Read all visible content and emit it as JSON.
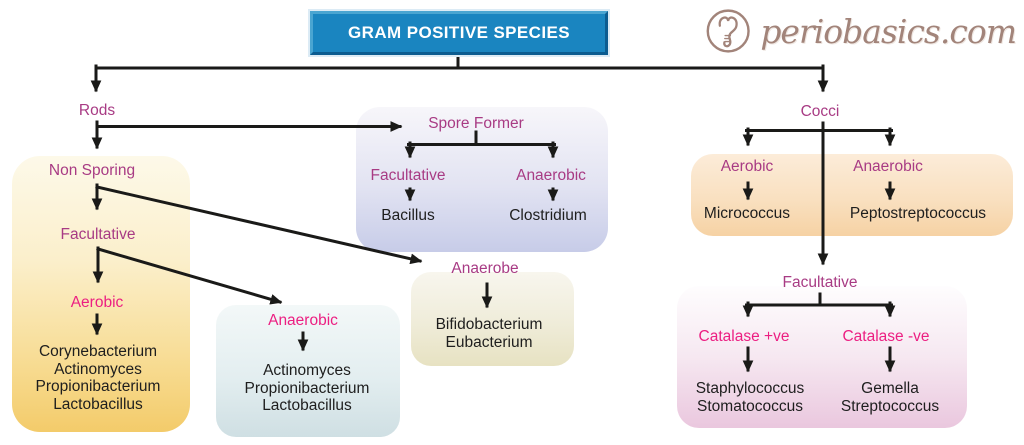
{
  "header": {
    "title": "GRAM POSITIVE SPECIES"
  },
  "logo": {
    "text": "periobasics.com",
    "icon": "tooth-icon"
  },
  "colors": {
    "title_bg": "#1a85c0",
    "plum_label": "#a83b84",
    "pink_label": "#ec1f82",
    "line": "#1a1a18"
  },
  "nodes": {
    "rods": "Rods",
    "non_sporing": "Non Sporing",
    "facultative_left": "Facultative",
    "aerobic_left": "Aerobic",
    "rods_aerobic_list": [
      "Corynebacterium",
      "Actinomyces",
      "Propionibacterium",
      "Lactobacillus"
    ],
    "anaerobic_left": "Anaerobic",
    "rods_anaerobic_list": [
      "Actinomyces",
      "Propionibacterium",
      "Lactobacillus"
    ],
    "spore_former": "Spore Former",
    "spore_facultative": "Facultative",
    "spore_facultative_species": "Bacillus",
    "spore_anaerobic": "Anaerobic",
    "spore_anaerobic_species": "Clostridium",
    "anaerobe": "Anaerobe",
    "anaerobe_list": [
      "Bifidobacterium",
      "Eubacterium"
    ],
    "cocci": "Cocci",
    "cocci_aerobic": "Aerobic",
    "cocci_aerobic_species": "Micrococcus",
    "cocci_anaerobic": "Anaerobic",
    "cocci_anaerobic_species": "Peptostreptococcus",
    "cocci_facultative": "Facultative",
    "catalase_positive": "Catalase +ve",
    "catalase_positive_list": [
      "Staphylococcus",
      "Stomatococcus"
    ],
    "catalase_negative": "Catalase -ve",
    "catalase_negative_list": [
      "Gemella",
      "Streptococcus"
    ]
  }
}
